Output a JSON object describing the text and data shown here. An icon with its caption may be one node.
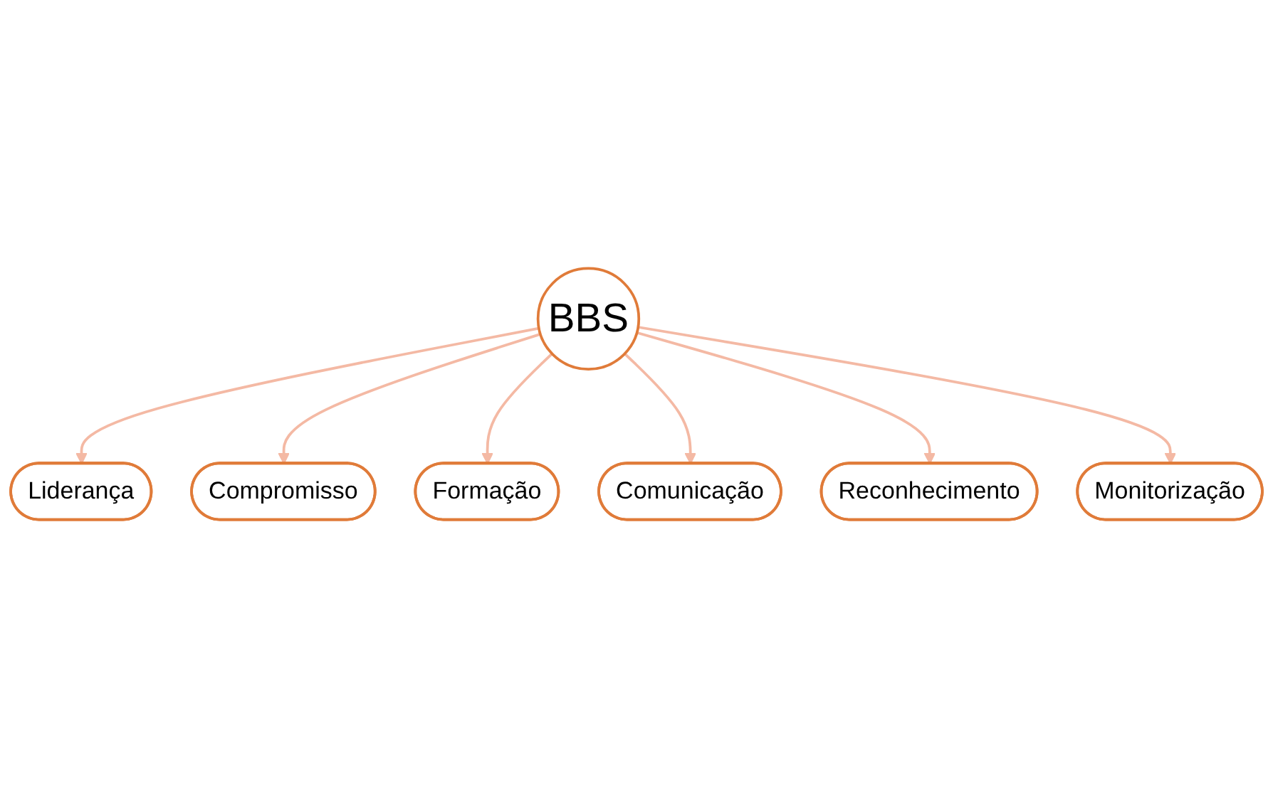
{
  "diagram": {
    "nodes": [
      {
        "text": [
          "BBS"
        ]
      },
      {
        "text": [
          "Liderança"
        ]
      },
      {
        "text": [
          "Compromisso"
        ]
      },
      {
        "text": [
          "Formação"
        ]
      },
      {
        "text": [
          "Comunicação"
        ]
      },
      {
        "text": [
          "Reconhecimento"
        ]
      },
      {
        "text": [
          "Monitorização"
        ]
      }
    ],
    "edges": [
      {
        "from": 0,
        "to": 1,
        "arrow": "to"
      },
      {
        "from": 0,
        "to": 2,
        "arrow": "to"
      },
      {
        "from": 0,
        "to": 3,
        "arrow": "to"
      },
      {
        "from": 0,
        "to": 4,
        "arrow": "to"
      },
      {
        "from": 0,
        "to": 5,
        "arrow": "to"
      },
      {
        "from": 0,
        "to": 6,
        "arrow": "to"
      }
    ]
  }
}
